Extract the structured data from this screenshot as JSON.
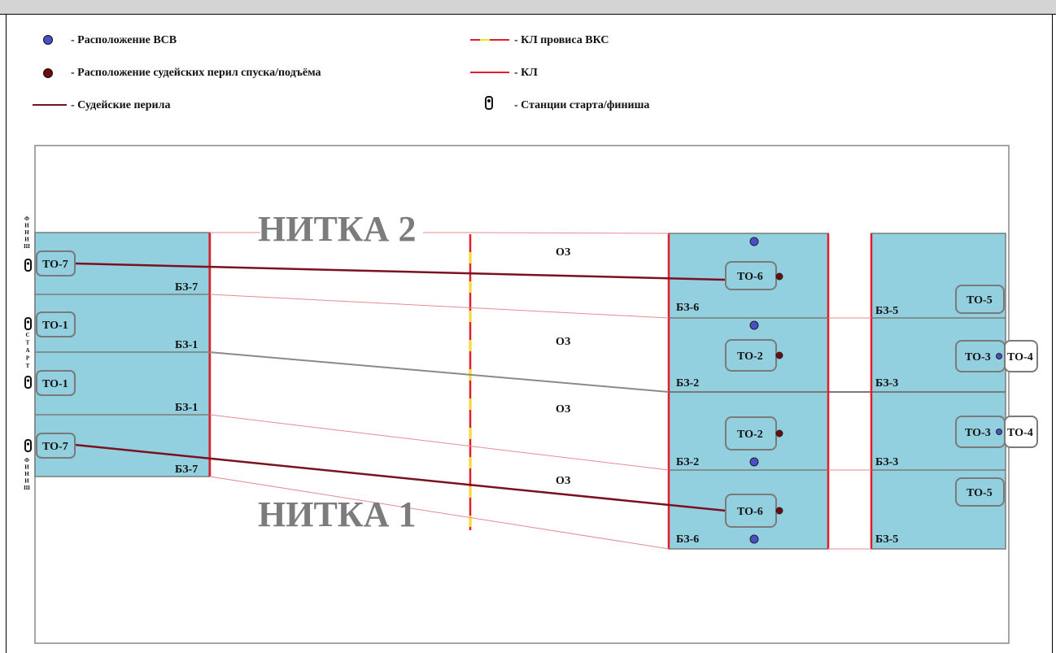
{
  "legend": {
    "vsv": "- Расположение ВСВ",
    "judge_rails_place": "- Расположение судейских перил спуска/подъёма",
    "judge_rails": "- Судейские перила",
    "kl_vks": "- КЛ провиса ВКС",
    "kl": "- КЛ",
    "stations": "- Станции старта/финиша"
  },
  "threads": {
    "thread2": "НИТКА 2",
    "thread1": "НИТКА 1"
  },
  "side_labels": {
    "finish": "ФИНИШ",
    "start": "СТАРТ"
  },
  "zones": {
    "bz7": "БЗ-7",
    "bz1": "БЗ-1",
    "bz6": "БЗ-6",
    "bz2": "БЗ-2",
    "bz5": "БЗ-5",
    "bz3": "БЗ-3",
    "oz": "ОЗ"
  },
  "stations": {
    "to1": "ТО-1",
    "to2": "ТО-2",
    "to3": "ТО-3",
    "to4": "ТО-4",
    "to5": "ТО-5",
    "to6": "ТО-6",
    "to7": "ТО-7"
  },
  "colors": {
    "zone_fill": "#92d0df",
    "zone_border": "#7a7a7a",
    "kl_red": "#e21d2a",
    "kl_yellow": "#f6e316",
    "judge_rail": "#7b1020",
    "vsv_blue": "#4a4fc7",
    "rail_dot": "#6b0d10"
  }
}
